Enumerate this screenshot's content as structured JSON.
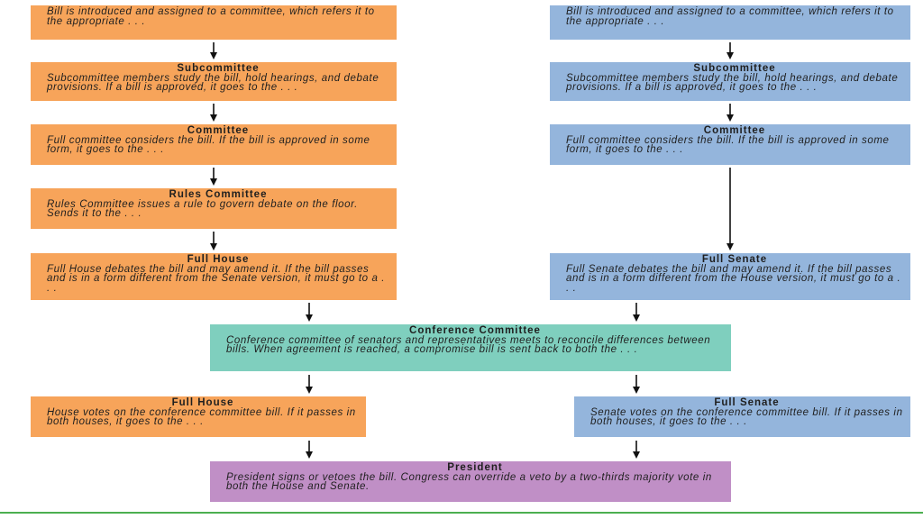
{
  "house": {
    "introduced": {
      "body": "Bill is introduced and assigned to a committee, which refers it to the appropriate . . ."
    },
    "subcommittee": {
      "title": "Subcommittee",
      "body": "Subcommittee members study the bill, hold hearings, and debate provisions. If a bill is approved, it goes to the . . ."
    },
    "committee": {
      "title": "Committee",
      "body": "Full committee considers the bill. If the bill is approved in some form, it goes to the . . ."
    },
    "rules": {
      "title": "Rules Committee",
      "body": "Rules Committee issues a rule to govern debate on the floor. Sends it to the . . ."
    },
    "full": {
      "title": "Full House",
      "body": "Full House debates the bill and may amend it. If the bill passes and is in a form different from the Senate version, it must go to a . . ."
    },
    "vote": {
      "title": "Full House",
      "body": "House votes on the conference committee bill. If it passes in both houses, it goes to the . . ."
    }
  },
  "senate": {
    "introduced": {
      "body": "Bill is introduced and assigned to a committee, which refers it to the appropriate . . ."
    },
    "subcommittee": {
      "title": "Subcommittee",
      "body": "Subcommittee members study the bill, hold hearings, and debate provisions. If a bill is approved, it goes to the . . ."
    },
    "committee": {
      "title": "Committee",
      "body": "Full committee considers the bill. If the bill is approved in some form, it goes to the . . ."
    },
    "full": {
      "title": "Full Senate",
      "body": "Full Senate debates the bill and may amend it. If the bill passes and is in a form different from the House version, it must go to a . . ."
    },
    "vote": {
      "title": "Full Senate",
      "body": "Senate votes on the conference committee bill. If it passes in both houses, it goes to the . . ."
    }
  },
  "conference": {
    "title": "Conference Committee",
    "body": "Conference committee of senators and representatives meets to reconcile differences between bills. When agreement is reached, a compromise bill is sent back to both the . . ."
  },
  "president": {
    "title": "President",
    "body": "President signs or vetoes the bill. Congress can override a veto by a two-thirds majority vote in both the House and Senate."
  },
  "colors": {
    "house": "#f7a45a",
    "senate": "#94b5dc",
    "conference": "#7fcfbe",
    "president": "#c08fc6",
    "rule": "#4caf50"
  }
}
